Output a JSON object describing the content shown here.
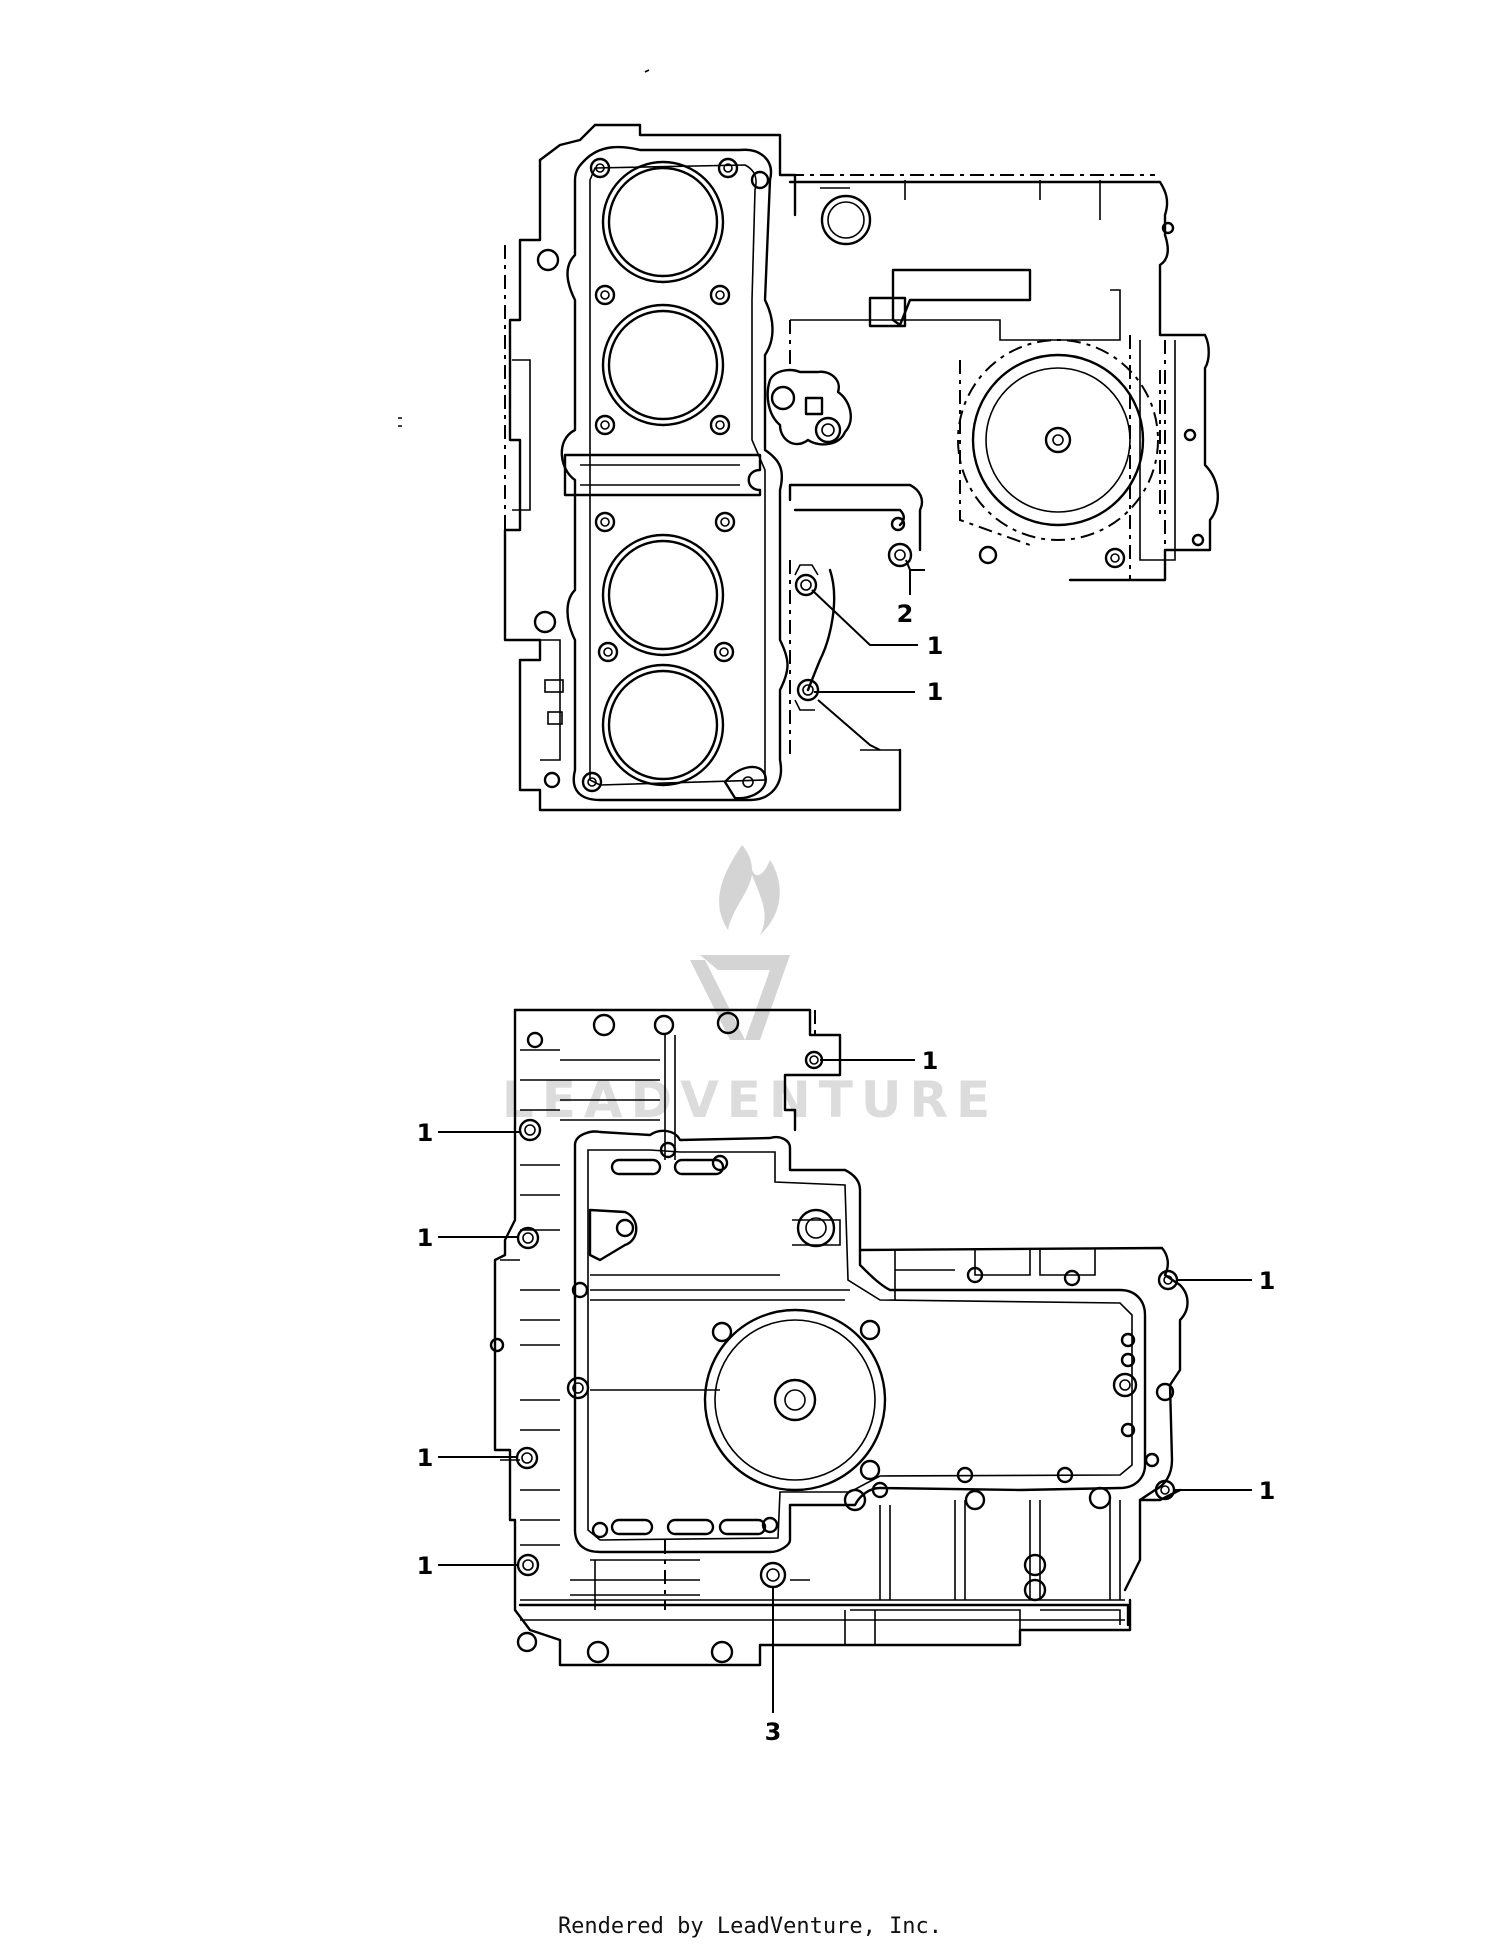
{
  "watermark": {
    "text": "LEADVENTURE"
  },
  "footer": {
    "text": "Rendered by LeadVenture, Inc."
  },
  "callouts": {
    "upper": [
      {
        "id": "u-2",
        "label": "2"
      },
      {
        "id": "u-1a",
        "label": "1"
      },
      {
        "id": "u-1b",
        "label": "1"
      }
    ],
    "lower": [
      {
        "id": "l-1-top",
        "label": "1"
      },
      {
        "id": "l-1-left1",
        "label": "1"
      },
      {
        "id": "l-1-left2",
        "label": "1"
      },
      {
        "id": "l-1-left3",
        "label": "1"
      },
      {
        "id": "l-1-left4",
        "label": "1"
      },
      {
        "id": "l-1-right1",
        "label": "1"
      },
      {
        "id": "l-1-right2",
        "label": "1"
      },
      {
        "id": "l-3",
        "label": "3"
      }
    ]
  }
}
